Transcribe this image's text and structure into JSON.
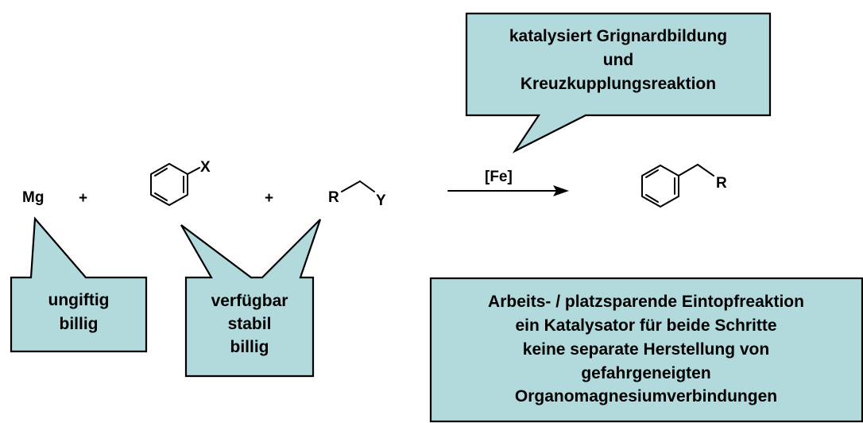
{
  "reactants": {
    "magnesium": "Mg",
    "plus_1": "+",
    "aryl_substituent": "X",
    "plus_2": "+",
    "alkyl_r": "R",
    "alkyl_y": "Y"
  },
  "arrow": {
    "catalyst": "[Fe]"
  },
  "product": {
    "r_group": "R"
  },
  "callouts": {
    "catalysis": {
      "lines": [
        "katalysiert Grignardbildung",
        "und",
        "Kreuzkupplungsreaktion"
      ]
    },
    "magnesium": {
      "lines": [
        "ungiftig",
        "billig"
      ]
    },
    "substrates": {
      "lines": [
        "verfügbar",
        "stabil",
        "billig"
      ]
    },
    "advantages": {
      "lines": [
        "Arbeits- / platzsparende Eintopfreaktion",
        "ein Katalysator für beide Schritte",
        "keine separate Herstellung von",
        "gefahrgeneigten",
        "Organomagnesiumverbindungen"
      ]
    }
  },
  "colors": {
    "callout_fill": "#b2dadc",
    "stroke": "#000000"
  }
}
